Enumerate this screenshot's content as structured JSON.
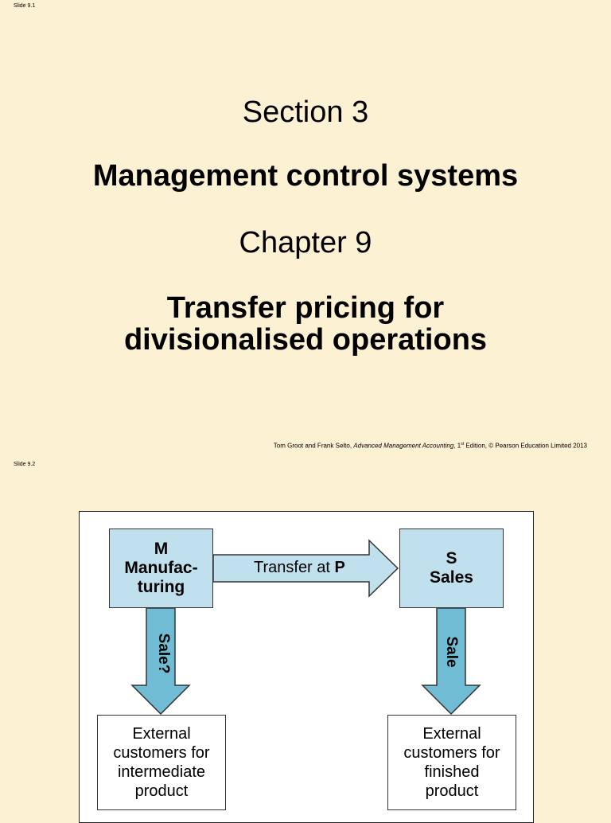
{
  "slide1": {
    "slide_number": "Slide 9.1",
    "section": "Section 3",
    "subject": "Management control systems",
    "chapter": "Chapter 9",
    "title_line1": "Transfer pricing for",
    "title_line2": "divisionalised operations",
    "credit_authors": "Tom Groot and Frank Selto, ",
    "credit_book": "Advanced Management Accounting",
    "credit_edition_pre": ", 1",
    "credit_edition_sup": "st",
    "credit_edition_post": " Edition, © Pearson Education Limited 2013"
  },
  "slide2": {
    "slide_number": "Slide 9.2",
    "diagram": {
      "m_line1": "M",
      "m_line2": "Manufac-",
      "m_line3": "turing",
      "s_line1": "S",
      "s_line2": "Sales",
      "transfer_text": "Transfer at ",
      "transfer_bold": "P",
      "sale_question": "Sale?",
      "sale": "Sale",
      "ext_left_line1": "External",
      "ext_left_line2": "customers for",
      "ext_left_line3": "intermediate",
      "ext_left_line4": "product",
      "ext_right_line1": "External",
      "ext_right_line2": "customers for",
      "ext_right_line3": "finished",
      "ext_right_line4": "product"
    },
    "colors": {
      "box_fill": "#bfe0ec",
      "arrow_light": "#bfe0ec",
      "arrow_dark": "#6fbcd4"
    }
  }
}
